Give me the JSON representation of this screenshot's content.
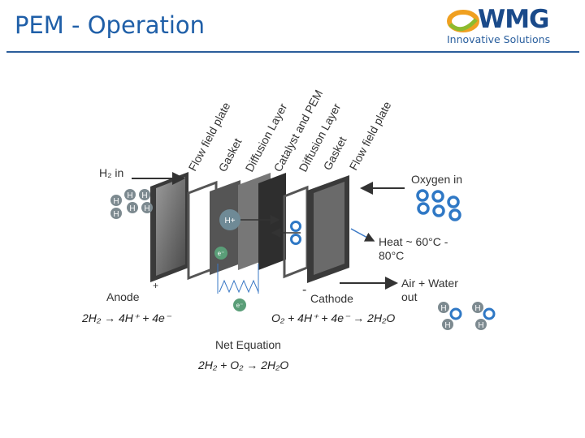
{
  "header": {
    "title": "PEM - Operation",
    "logo_word": "WMG",
    "logo_tagline": "Innovative Solutions",
    "accent_color": "#1f5fa8"
  },
  "diagram": {
    "layer_labels": [
      "Flow field plate",
      "Gasket",
      "Diffusion Layer",
      "Catalyst and PEM",
      "Diffusion Layer",
      "Gasket",
      "Flow field plate"
    ],
    "inputs": {
      "hydrogen": "H₂ in",
      "oxygen": "Oxygen in"
    },
    "heat": {
      "line1": "Heat ~ 60°C -",
      "line2": "80°C"
    },
    "outlet": {
      "line1": "Air + Water",
      "line2": "out"
    },
    "anode": {
      "label": "Anode",
      "equation": "2H₂ → 4H⁺ + 4e⁻"
    },
    "cathode": {
      "label": "Cathode",
      "equation": "O₂ + 4H⁺ + 4e⁻ → 2H₂O"
    },
    "net": {
      "label": "Net Equation",
      "equation": "2H₂ + O₂ → 2H₂O"
    },
    "particles": {
      "proton": "H+",
      "electron": "e⁻",
      "hydrogen_atom": "H"
    },
    "terminals": {
      "positive": "+",
      "negative": "-"
    },
    "colors": {
      "hydrogen": "#7d8a90",
      "oxygen": "#2f78c5",
      "electron": "#5a9e78",
      "proton": "#6f8a96"
    }
  }
}
